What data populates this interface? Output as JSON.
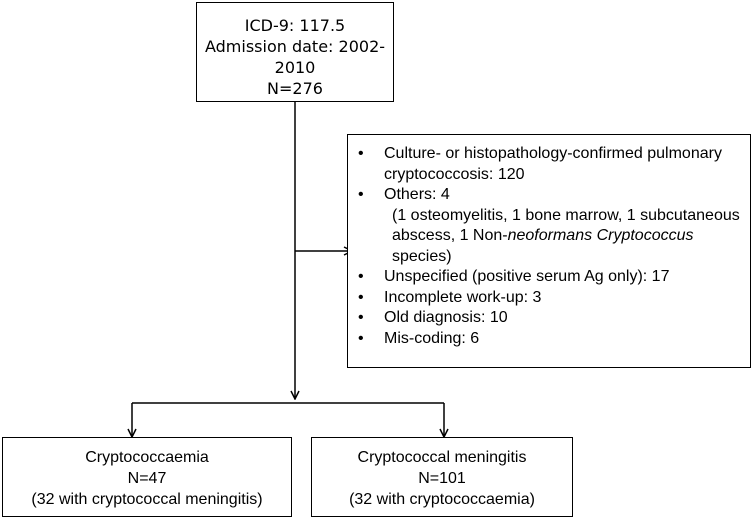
{
  "top_box": {
    "line1": "ICD-9: 117.5",
    "line2": "Admission date: 2002-2010",
    "line3": "N=276"
  },
  "exclusions": {
    "bullet": "•",
    "item1": "Culture- or histopathology-confirmed pulmonary cryptococcosis: 120",
    "item2": "Others: 4",
    "item2_detail_a": "(1 osteomyelitis, 1 bone marrow, 1 subcutaneous abscess, 1 Non-",
    "item2_detail_italic1": "neoformans",
    "item2_detail_italic2": "Cryptococcus",
    "item2_detail_b": " species)",
    "item3": "Unspecified (positive serum Ag only): 17",
    "item4": "Incomplete work-up: 3",
    "item5": "Old diagnosis: 10",
    "item6": "Mis-coding: 6"
  },
  "left_box": {
    "title": "Cryptococcaemia",
    "n": "N=47",
    "note": "(32 with cryptococcal meningitis)"
  },
  "right_box": {
    "title": "Cryptococcal meningitis",
    "n": "N=101",
    "note": "(32 with cryptococcaemia)"
  }
}
